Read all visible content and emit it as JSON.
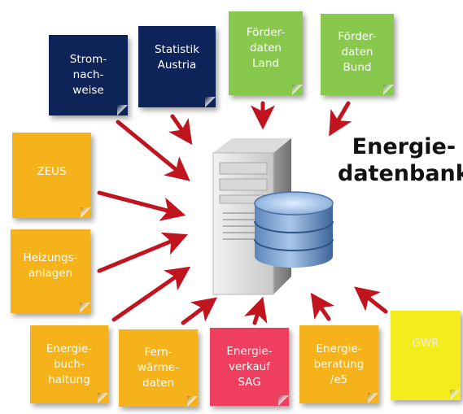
{
  "title": {
    "line1": "Energie-",
    "line2": "datenbank"
  },
  "sources": {
    "stromnachweise": "Strom-\nnach-\nweise",
    "statistik_austria": "Statistik\nAustria",
    "foerderdaten_land": "Förder-\ndaten\nLand",
    "foerderdaten_bund": "Förder-\ndaten\nBund",
    "zeus": "ZEUS",
    "heizungsanlagen": "Heizungs-\nanlagen",
    "energiebuchhaltung": "Energie-\nbuch-\nhaltung",
    "fernwaermedaten": "Fern-\nwärme-\ndaten",
    "energieverkauf_sag": "Energie-\nverkauf\nSAG",
    "energieberatung_e5": "Energie-\nberatung\n/e5",
    "gwr": "GWR"
  },
  "colors": {
    "navy": "#0e2458",
    "green": "#88c94d",
    "orange": "#f6b21a",
    "red": "#ef3f5e",
    "yellow": "#f4ec1c",
    "arrow": "#c0141f"
  },
  "icons": {
    "central": "server-database-icon"
  }
}
